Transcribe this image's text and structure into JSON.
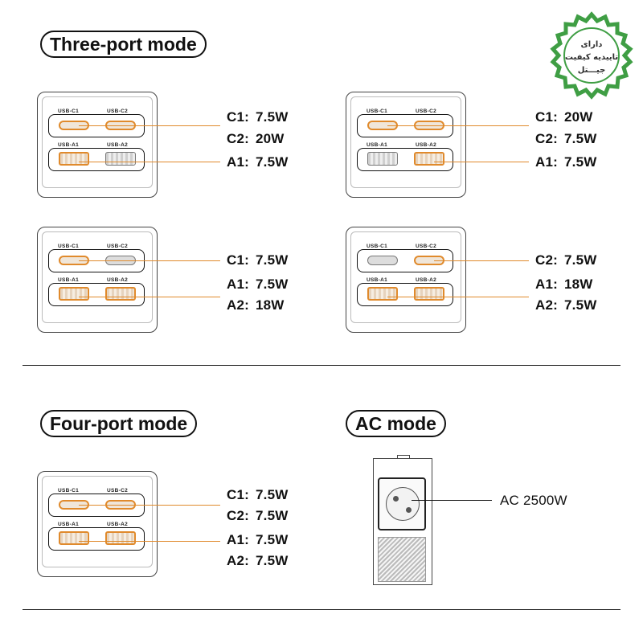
{
  "sections": {
    "three_port": "Three-port mode",
    "four_port": "Four-port mode",
    "ac": "AC mode"
  },
  "port_tags": {
    "c1": "USB-C1",
    "c2": "USB-C2",
    "a1": "USB-A1",
    "a2": "USB-A2"
  },
  "three_port_configs": [
    {
      "lines": [
        {
          "k": "C1:",
          "v": "7.5W"
        },
        {
          "k": "C2:",
          "v": "20W"
        },
        {
          "k": "A1:",
          "v": "7.5W"
        }
      ]
    },
    {
      "lines": [
        {
          "k": "C1:",
          "v": "20W"
        },
        {
          "k": "C2:",
          "v": "7.5W"
        },
        {
          "k": "A1:",
          "v": "7.5W"
        }
      ]
    },
    {
      "lines": [
        {
          "k": "C1:",
          "v": "7.5W"
        },
        {
          "k": "A1:",
          "v": "7.5W"
        },
        {
          "k": "A2:",
          "v": "18W"
        }
      ]
    },
    {
      "lines": [
        {
          "k": "C2:",
          "v": "7.5W"
        },
        {
          "k": "A1:",
          "v": "18W"
        },
        {
          "k": "A2:",
          "v": "7.5W"
        }
      ]
    }
  ],
  "four_port_config": {
    "lines": [
      {
        "k": "C1:",
        "v": "7.5W"
      },
      {
        "k": "C2:",
        "v": "7.5W"
      },
      {
        "k": "A1:",
        "v": "7.5W"
      },
      {
        "k": "A2:",
        "v": "7.5W"
      }
    ]
  },
  "ac_value": "AC 2500W",
  "badge": {
    "text": [
      "دارای",
      "تاییدیه کیفیت",
      "جیـــتل"
    ],
    "color": "#3f9e44"
  },
  "colors": {
    "accent": "#e08a2c",
    "text": "#111111"
  }
}
